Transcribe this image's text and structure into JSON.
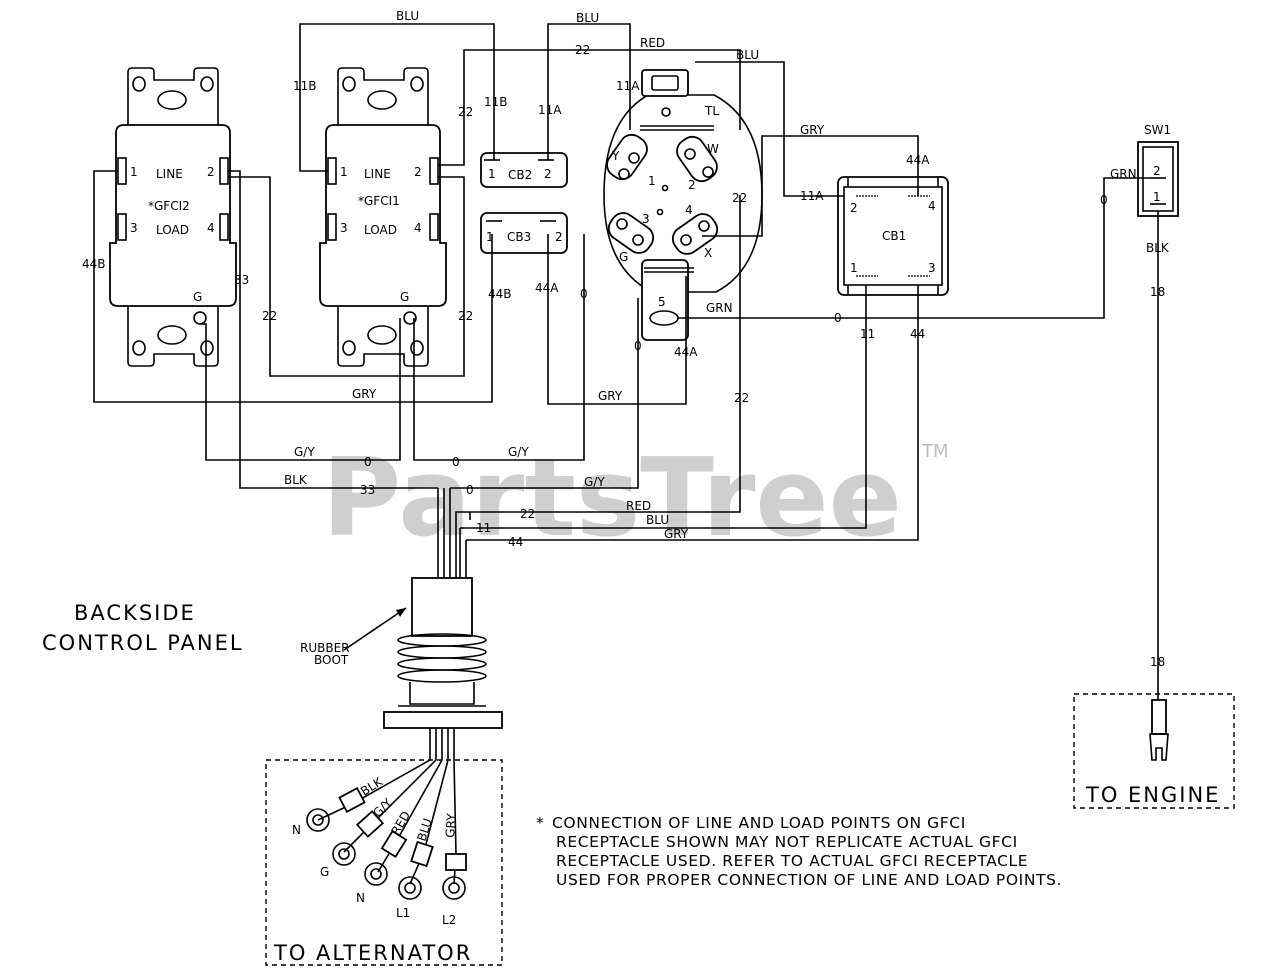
{
  "watermark": {
    "text": "PartsTree",
    "tm": "TM"
  },
  "components": {
    "gfci2": {
      "name": "*GFCI2",
      "line": "LINE",
      "load": "LOAD",
      "t1": "1",
      "t2": "2",
      "t3": "3",
      "t4": "4",
      "g": "G"
    },
    "gfci1": {
      "name": "*GFCI1",
      "line": "LINE",
      "load": "LOAD",
      "t1": "1",
      "t2": "2",
      "t3": "3",
      "t4": "4",
      "g": "G"
    },
    "cb2": {
      "name": "CB2",
      "t1": "1",
      "t2": "2"
    },
    "cb3": {
      "name": "CB3",
      "t1": "1",
      "t2": "2"
    },
    "tl": {
      "name": "TL",
      "y": "Y",
      "w": "W",
      "g": "G",
      "x": "X",
      "t1": "1",
      "t2": "2",
      "t3": "3",
      "t4": "4",
      "t5": "5"
    },
    "cb1": {
      "name": "CB1",
      "t1": "1",
      "t2": "2",
      "t3": "3",
      "t4": "4"
    },
    "sw1": {
      "name": "SW1",
      "t1": "1",
      "t2": "2"
    }
  },
  "wire_labels": {
    "blu_top1": "BLU",
    "blu_top2": "BLU",
    "red_top": "RED",
    "blu_top3": "BLU",
    "n22_top": "22",
    "n11b_left": "11B",
    "n11b": "11B",
    "n11a_cb2": "11A",
    "n11a_tl": "11A",
    "n22_gfci1": "22",
    "gry_cb1": "GRY",
    "n44a_cb1": "44A",
    "n11a_cb1": "11A",
    "n22_tl": "22",
    "n44b_left": "44B",
    "n33": "33",
    "n22_g2": "22",
    "n22_g1": "22",
    "n44b_mid": "44B",
    "n44a_mid": "44A",
    "n0_mid": "0",
    "n0_tl": "0",
    "n44a_tl": "44A",
    "grn_tl": "GRN",
    "n0_grn": "0",
    "n11_cb1": "11",
    "n44_cb1": "44",
    "gry_bot1": "GRY",
    "gry_bot2": "GRY",
    "grn_sw": "GRN",
    "n0_sw": "0",
    "blk_sw": "BLK",
    "n18_top": "18",
    "n18_bot": "18",
    "n22_right": "22",
    "gy1": "G/Y",
    "n0_a": "0",
    "n0_b": "0",
    "gy2": "G/Y",
    "blk_bus": "BLK",
    "n33_bus": "33",
    "n0_bus": "0",
    "gy3": "G/Y",
    "red_bus": "RED",
    "n22_bus": "22",
    "blu_bus": "BLU",
    "n11_bus": "11",
    "n44_bus": "44",
    "gry_bus": "GRY"
  },
  "rubber_boot": {
    "line1": "RUBBER",
    "line2": "BOOT"
  },
  "alternator": {
    "title": "TO ALTERNATOR",
    "wires": [
      "BLK",
      "G/Y",
      "RED",
      "BLU",
      "GRY"
    ],
    "terminals": [
      "N",
      "G",
      "N",
      "L1",
      "L2"
    ]
  },
  "engine": {
    "title": "TO ENGINE"
  },
  "panel_title": {
    "line1": "BACKSIDE",
    "line2": "CONTROL PANEL"
  },
  "note": {
    "lines": [
      "CONNECTION OF LINE AND LOAD POINTS ON GFCI",
      "RECEPTACLE SHOWN MAY NOT REPLICATE ACTUAL GFCI",
      "RECEPTACLE USED.  REFER TO ACTUAL GFCI RECEPTACLE",
      "USED FOR PROPER CONNECTION OF LINE AND LOAD POINTS."
    ],
    "marker": "*"
  }
}
